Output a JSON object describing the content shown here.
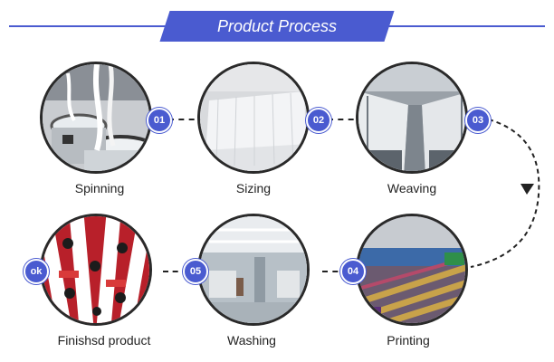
{
  "header": {
    "title": "Product Process"
  },
  "colors": {
    "accent": "#4a5bd0",
    "line": "#222222"
  },
  "steps": [
    {
      "badge": "01",
      "label": "Spinning"
    },
    {
      "badge": "02",
      "label": "Sizing"
    },
    {
      "badge": "03",
      "label": "Weaving"
    },
    {
      "badge": "04",
      "label": "Printing"
    },
    {
      "badge": "05",
      "label": "Washing"
    },
    {
      "badge": "ok",
      "label": "Finishsd product"
    }
  ]
}
